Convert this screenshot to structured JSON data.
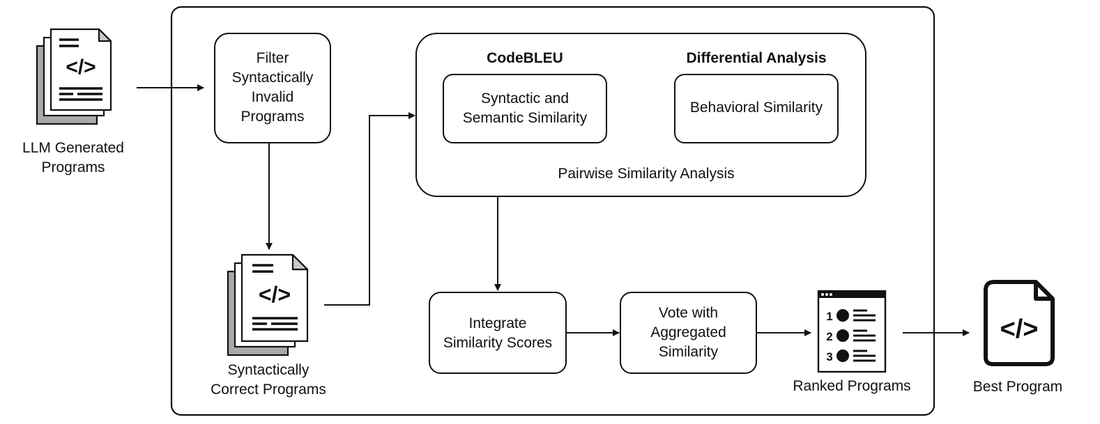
{
  "inputs": {
    "llm_generated": "LLM Generated\nPrograms",
    "syntactically_correct": "Syntactically\nCorrect Programs"
  },
  "steps": {
    "filter": "Filter\nSyntactically\nInvalid\nPrograms",
    "integrate": "Integrate\nSimilarity Scores",
    "vote": "Vote with\nAggregated\nSimilarity"
  },
  "similarity": {
    "group_label": "Pairwise Similarity Analysis",
    "codebleu_title": "CodeBLEU",
    "codebleu_box": "Syntactic and\nSemantic Similarity",
    "differential_title": "Differential Analysis",
    "differential_box": "Behavioral Similarity"
  },
  "ranked": {
    "label": "Ranked Programs",
    "ranks": [
      "1",
      "2",
      "3"
    ]
  },
  "output": {
    "label": "Best Program"
  },
  "icons": {
    "code_symbol": "</>"
  }
}
